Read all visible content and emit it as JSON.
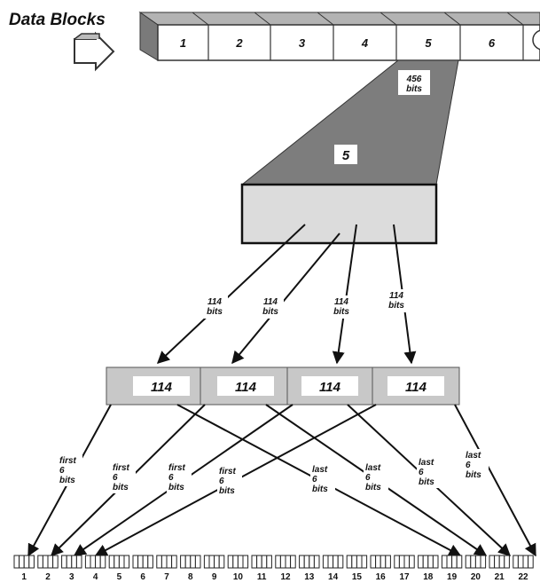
{
  "title": "Data Blocks",
  "blocks": [
    "1",
    "2",
    "3",
    "4",
    "5",
    "6"
  ],
  "block_bits": {
    "line1": "456",
    "line2": "bits"
  },
  "selected_block": "5",
  "split_labels": [
    {
      "line1": "114",
      "line2": "bits"
    },
    {
      "line1": "114",
      "line2": "bits"
    },
    {
      "line1": "114",
      "line2": "bits"
    },
    {
      "line1": "114",
      "line2": "bits"
    }
  ],
  "segments": [
    "114",
    "114",
    "114",
    "114"
  ],
  "first_labels": [
    {
      "l1": "first",
      "l2": "6",
      "l3": "bits"
    },
    {
      "l1": "first",
      "l2": "6",
      "l3": "bits"
    },
    {
      "l1": "first",
      "l2": "6",
      "l3": "bits"
    },
    {
      "l1": "first",
      "l2": "6",
      "l3": "bits"
    }
  ],
  "last_labels": [
    {
      "l1": "last",
      "l2": "6",
      "l3": "bits"
    },
    {
      "l1": "last",
      "l2": "6",
      "l3": "bits"
    },
    {
      "l1": "last",
      "l2": "6",
      "l3": "bits"
    },
    {
      "l1": "last",
      "l2": "6",
      "l3": "bits"
    }
  ],
  "bursts": [
    "1",
    "2",
    "3",
    "4",
    "5",
    "6",
    "7",
    "8",
    "9",
    "10",
    "11",
    "12",
    "13",
    "14",
    "15",
    "16",
    "17",
    "18",
    "19",
    "20",
    "21",
    "22"
  ]
}
